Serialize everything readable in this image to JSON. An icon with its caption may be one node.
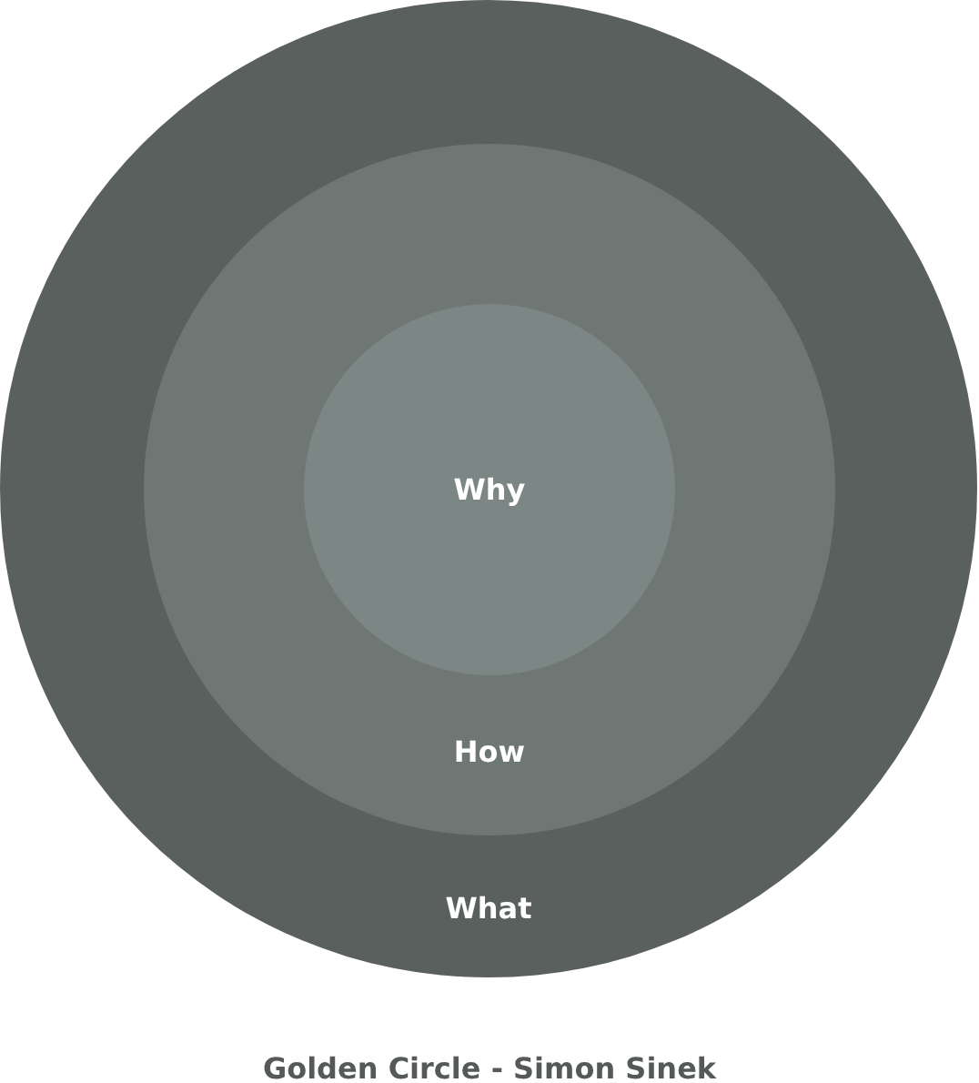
{
  "diagram": {
    "caption": "Golden Circle - Simon Sinek",
    "nodes": [
      {
        "text": [
          "What"
        ]
      },
      {
        "text": [
          "How"
        ],
        "in": 0
      },
      {
        "text": [
          "Why"
        ],
        "in": 1
      }
    ]
  }
}
